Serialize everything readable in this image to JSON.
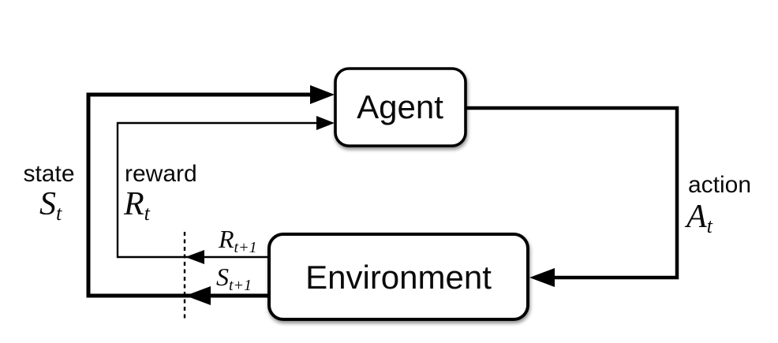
{
  "figure": {
    "background_color": "#ffffff",
    "line_color": "#000000",
    "agent_box": {
      "label": "Agent"
    },
    "environment_box": {
      "label": "Environment"
    },
    "state_label": {
      "word": "state",
      "symbol": "S",
      "subscript": "t"
    },
    "reward_label": {
      "word": "reward",
      "symbol": "R",
      "subscript": "t"
    },
    "action_label": {
      "word": "action",
      "symbol": "A",
      "subscript": "t"
    },
    "next_reward_label": {
      "symbol": "R",
      "subscript": "t+1"
    },
    "next_state_label": {
      "symbol": "S",
      "subscript": "t+1"
    }
  }
}
